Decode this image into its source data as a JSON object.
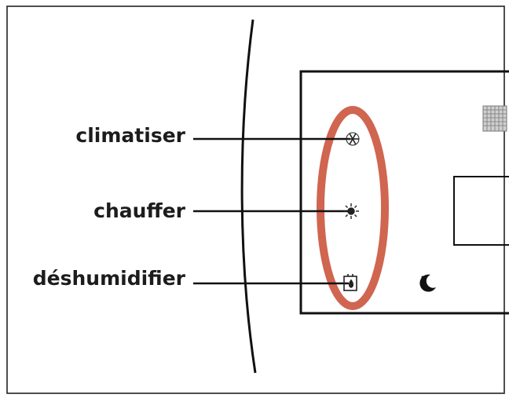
{
  "labels": {
    "cool": "climatiser",
    "heat": "chauffer",
    "dehumidify": "déshumidifier"
  },
  "icons": {
    "cool": "snowflake-icon",
    "heat": "sun-icon",
    "dehumidify": "droplet-box-icon",
    "night": "moon-icon",
    "grid": "grid-icon"
  },
  "colors": {
    "highlight": "#d06550",
    "line": "#111111"
  }
}
